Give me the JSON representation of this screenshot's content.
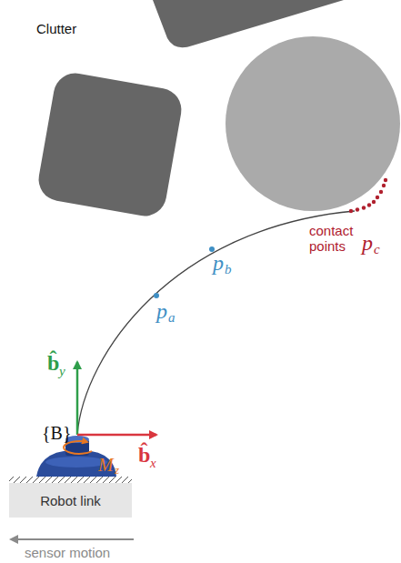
{
  "diagram": {
    "nodes": [
      {
        "text": [
          "Robot link"
        ]
      }
    ],
    "labels": [
      "Clutter",
      "contact points",
      "p",
      "c",
      "p",
      "a",
      "p",
      "b",
      "{B}",
      "b̂",
      "y",
      "b̂",
      "x",
      "M",
      "z",
      "sensor motion"
    ]
  }
}
